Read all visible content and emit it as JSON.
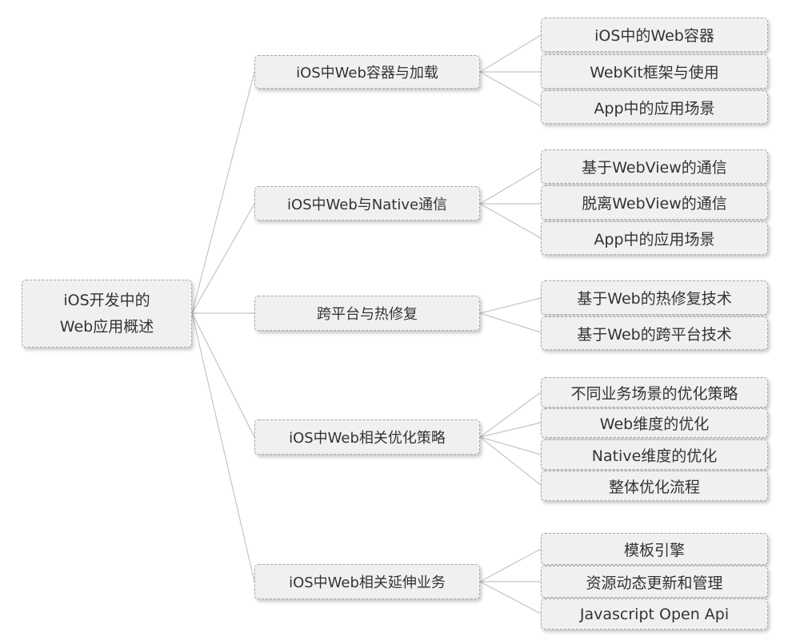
{
  "root": {
    "line1": "iOS开发中的",
    "line2": "Web应用概述"
  },
  "branches": [
    {
      "label": "iOS中Web容器与加载",
      "leaves": [
        "iOS中的Web容器",
        "WebKit框架与使用",
        "App中的应用场景"
      ]
    },
    {
      "label": "iOS中Web与Native通信",
      "leaves": [
        "基于WebView的通信",
        "脱离WebView的通信",
        "App中的应用场景"
      ]
    },
    {
      "label": "跨平台与热修复",
      "leaves": [
        "基于Web的热修复技术",
        "基于Web的跨平台技术"
      ]
    },
    {
      "label": "iOS中Web相关优化策略",
      "leaves": [
        "不同业务场景的优化策略",
        "Web维度的优化",
        "Native维度的优化",
        "整体优化流程"
      ]
    },
    {
      "label": "iOS中Web相关延伸业务",
      "leaves": [
        "模板引擎",
        "资源动态更新和管理",
        "Javascript Open Api"
      ]
    }
  ]
}
